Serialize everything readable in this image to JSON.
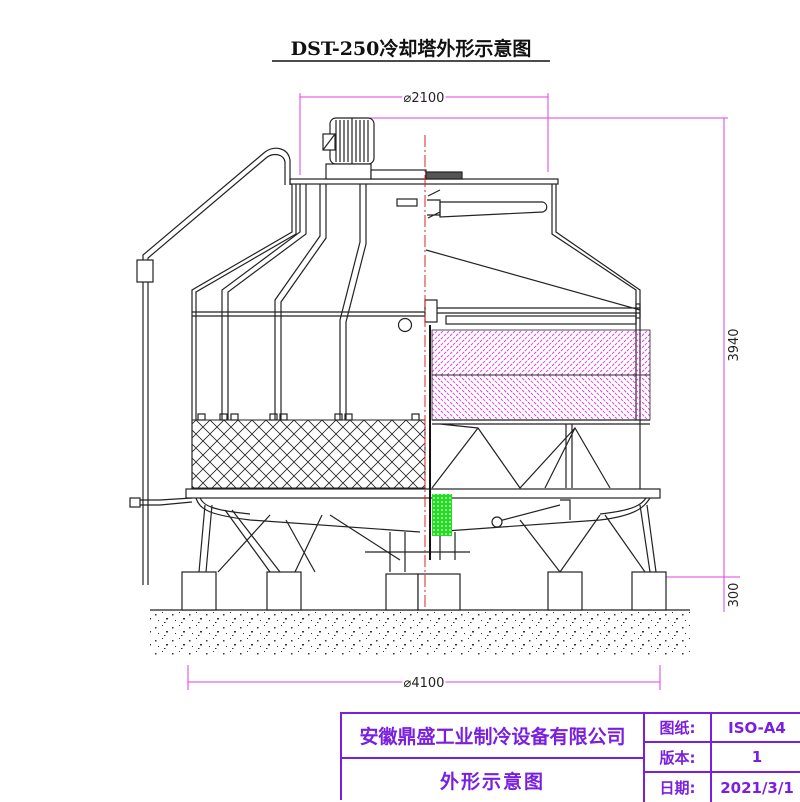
{
  "title": "DST-250冷却塔外形示意图",
  "dimensions": {
    "top_diameter": "⌀2100",
    "height": "3940",
    "base_height": "300",
    "bottom_diameter": "⌀4100"
  },
  "title_block": {
    "company": "安徽鼎盛工业制冷设备有限公司",
    "drawing_name": "外形示意图",
    "rows": [
      {
        "label": "图纸:",
        "value": "ISO-A4"
      },
      {
        "label": "版本:",
        "value": "1"
      },
      {
        "label": "日期:",
        "value": "2021/3/1"
      }
    ]
  },
  "colors": {
    "dimension": "#e040e0",
    "title_block": "#7a1fe0",
    "centerline": "#e02020",
    "fill_hatch": "#e040e0",
    "strainer": "#22cc22"
  }
}
